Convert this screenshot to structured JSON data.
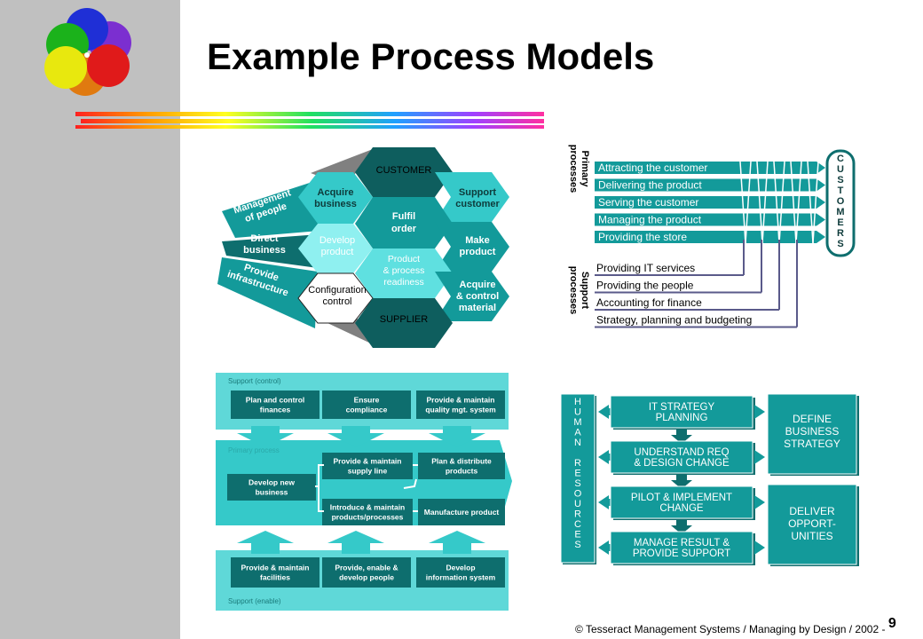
{
  "title": "Example Process Models",
  "footer": {
    "text": "© Tesseract Management Systems / Managing by Design / 2002 -",
    "page": "9"
  },
  "colors": {
    "dark_teal": "#0e6e6e",
    "teal": "#139a9a",
    "light_teal": "#35c9c9",
    "cyan": "#5fe0e0",
    "sidebar": "#c0c0c0"
  },
  "hex_model": {
    "customer": "CUSTOMER",
    "supplier": "SUPPLIER",
    "fulfil": "Fulfil order",
    "acquire_business": "Acquire business",
    "support_customer": "Support customer",
    "develop_product": "Develop product",
    "product_readiness": "Product & process readiness",
    "make_product": "Make product",
    "configuration": "Configuration control",
    "acquire_control": "Acquire & control material",
    "band_management": "Management of people",
    "band_direct": "Direct business",
    "band_infrastructure": "Provide infrastructure"
  },
  "value_chain": {
    "customers": "CUSTOMERS",
    "primary_label": "Primary processes",
    "support_label": "Support processes",
    "primary": [
      "Attracting the customer",
      "Delivering the product",
      "Serving the customer",
      "Managing the product",
      "Providing the store"
    ],
    "support": [
      "Providing IT services",
      "Providing the people",
      "Accounting for finance",
      "Strategy, planning and budgeting"
    ]
  },
  "support_model": {
    "top_label": "Support (control)",
    "bottom_label": "Support (enable)",
    "middle_label": "Primary process",
    "top": [
      "Plan and control finances",
      "Ensure compliance",
      "Provide & maintain quality mgt. system"
    ],
    "develop": "Develop new business",
    "middle": [
      "Provide & maintain supply line",
      "Plan & distribute products",
      "Introduce & maintain products/processes",
      "Manufacture product"
    ],
    "bottom": [
      "Provide & maintain facilities",
      "Provide, enable & develop people",
      "Develop information system"
    ]
  },
  "hr_model": {
    "human_resources": "HUMAN RESOURCES",
    "steps": [
      "IT STRATEGY PLANNING",
      "UNDERSTAND REQ & DESIGN CHANGE",
      "PILOT & IMPLEMENT CHANGE",
      "MANAGE RESULT & PROVIDE SUPPORT"
    ],
    "define": "DEFINE BUSINESS STRATEGY",
    "deliver": "DELIVER OPPORT-UNITIES"
  }
}
